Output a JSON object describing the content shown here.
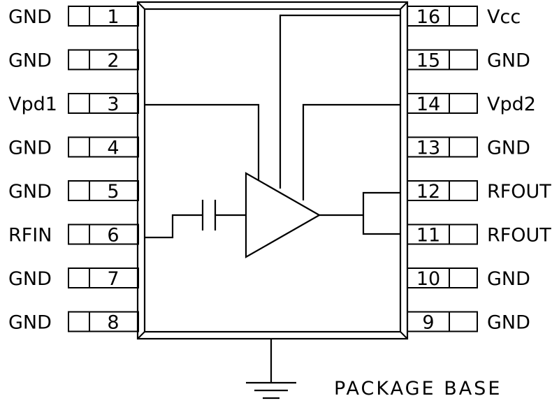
{
  "left_pins": [
    {
      "number": "1",
      "label": "GND"
    },
    {
      "number": "2",
      "label": "GND"
    },
    {
      "number": "3",
      "label": "Vpd1"
    },
    {
      "number": "4",
      "label": "GND"
    },
    {
      "number": "5",
      "label": "GND"
    },
    {
      "number": "6",
      "label": "RFIN"
    },
    {
      "number": "7",
      "label": "GND"
    },
    {
      "number": "8",
      "label": "GND"
    }
  ],
  "right_pins": [
    {
      "number": "16",
      "label": "Vcc"
    },
    {
      "number": "15",
      "label": "GND"
    },
    {
      "number": "14",
      "label": "Vpd2"
    },
    {
      "number": "13",
      "label": "GND"
    },
    {
      "number": "12",
      "label": "RFOUT"
    },
    {
      "number": "11",
      "label": "RFOUT"
    },
    {
      "number": "10",
      "label": "GND"
    },
    {
      "number": "9",
      "label": "GND"
    }
  ],
  "package_base_label": "PACKAGE BASE"
}
